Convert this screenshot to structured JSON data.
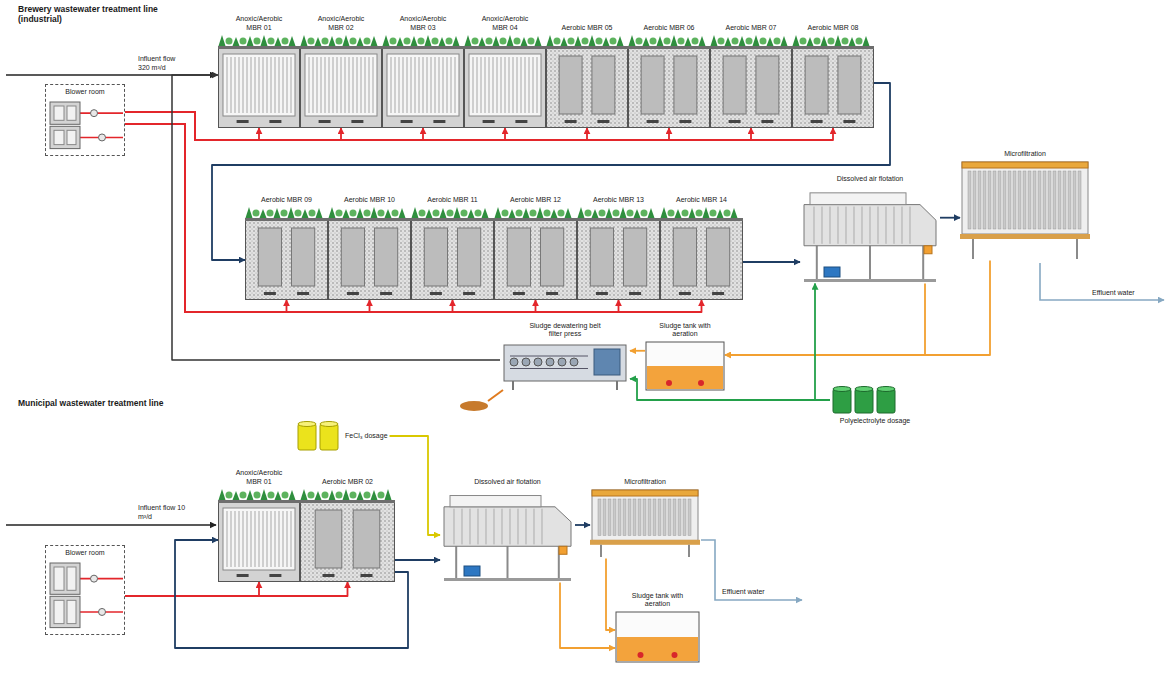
{
  "diagram": {
    "nodes": [
      {
        "text": [
          "Blower room"
        ]
      },
      {
        "text": [
          "Anoxic/Aerobic MBR 01"
        ]
      },
      {
        "text": [
          "Anoxic/Aerobic MBR 02"
        ]
      },
      {
        "text": [
          "Anoxic/Aerobic MBR 03"
        ]
      },
      {
        "text": [
          "Anoxic/Aerobic MBR 04"
        ]
      },
      {
        "text": [
          "Aerobic MBR 05"
        ]
      },
      {
        "text": [
          "Aerobic MBR 06"
        ]
      },
      {
        "text": [
          "Aerobic MBR 07"
        ]
      },
      {
        "text": [
          "Aerobic MBR 08"
        ]
      },
      {
        "text": [
          "Aerobic MBR 09"
        ]
      },
      {
        "text": [
          "Aerobic MBR 10"
        ]
      },
      {
        "text": [
          "Aerobic MBR 11"
        ]
      },
      {
        "text": [
          "Aerobic MBR 12"
        ]
      },
      {
        "text": [
          "Aerobic MBR 13"
        ]
      },
      {
        "text": [
          "Aerobic MBR 14"
        ]
      },
      {
        "text": [
          "Dissolved air flotation"
        ]
      },
      {
        "text": [
          "Microfiltration"
        ]
      },
      {
        "text": [
          "Sludge dewatering belt filter press"
        ]
      },
      {
        "text": [
          "Sludge tank with aeration"
        ]
      },
      {
        "text": [
          "Polyelectrolyte dosage"
        ]
      },
      {
        "text": [
          "FeCl₃ dosage"
        ]
      },
      {
        "text": [
          "Blower room"
        ]
      },
      {
        "text": [
          "Anoxic/Aerobic MBR 01"
        ]
      },
      {
        "text": [
          "Aerobic MBR 02"
        ]
      },
      {
        "text": [
          "Dissolved air flotation"
        ]
      },
      {
        "text": [
          "Microfiltration"
        ]
      },
      {
        "text": [
          "Sludge tank with aeration"
        ]
      }
    ],
    "edges": [
      {
        "from": 0,
        "to": 1,
        "arrow": "to"
      },
      {
        "from": 0,
        "to": 2,
        "arrow": "to"
      },
      {
        "from": 0,
        "to": 3,
        "arrow": "to"
      },
      {
        "from": 0,
        "to": 4,
        "arrow": "to"
      },
      {
        "from": 0,
        "to": 5,
        "arrow": "to"
      },
      {
        "from": 0,
        "to": 6,
        "arrow": "to"
      },
      {
        "from": 0,
        "to": 7,
        "arrow": "to"
      },
      {
        "from": 0,
        "to": 8,
        "arrow": "to"
      },
      {
        "from": 0,
        "to": 9,
        "arrow": "to"
      },
      {
        "from": 0,
        "to": 10,
        "arrow": "to"
      },
      {
        "from": 0,
        "to": 11,
        "arrow": "to"
      },
      {
        "from": 0,
        "to": 12,
        "arrow": "to"
      },
      {
        "from": 0,
        "to": 13,
        "arrow": "to"
      },
      {
        "from": 0,
        "to": 14,
        "arrow": "to"
      },
      {
        "from": 8,
        "to": 9,
        "arrow": "to"
      },
      {
        "from": 14,
        "to": 15,
        "arrow": "to"
      },
      {
        "from": 15,
        "to": 16,
        "arrow": "to"
      },
      {
        "from": 15,
        "to": 18,
        "arrow": "to"
      },
      {
        "from": 16,
        "to": 18,
        "arrow": "to"
      },
      {
        "from": 18,
        "to": 17,
        "arrow": "to"
      },
      {
        "from": 19,
        "to": 15,
        "arrow": "to"
      },
      {
        "from": 19,
        "to": 17,
        "arrow": "to"
      },
      {
        "from": 17,
        "to": 1,
        "arrow": "to"
      },
      {
        "from": 21,
        "to": 22,
        "arrow": "to"
      },
      {
        "from": 21,
        "to": 23,
        "arrow": "to"
      },
      {
        "from": 23,
        "to": 24,
        "arrow": "to"
      },
      {
        "from": 23,
        "to": 22,
        "arrow": "to"
      },
      {
        "from": 20,
        "to": 24,
        "arrow": "to"
      },
      {
        "from": 24,
        "to": 25,
        "arrow": "to"
      },
      {
        "from": 24,
        "to": 26,
        "arrow": "to"
      },
      {
        "from": 25,
        "to": 26,
        "arrow": "to"
      }
    ],
    "labels": [
      "Brewery wastewater treatment line (industrial)",
      "Influent flow 320 m³/d",
      "Effluent water",
      "Municipal wastewater treatment line",
      "Influent flow 10 m³/d",
      "Effluent water"
    ]
  }
}
